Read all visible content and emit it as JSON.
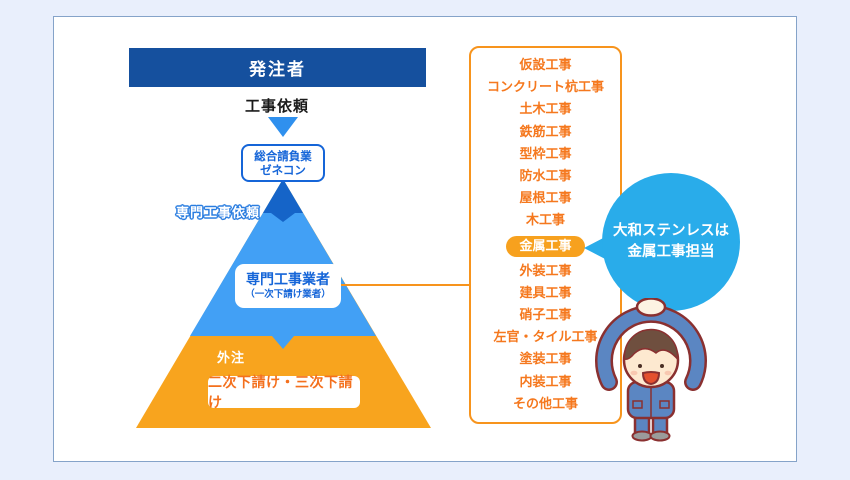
{
  "colors": {
    "page_bg": "#e9effc",
    "header_navy": "#15509e",
    "tier_top_blue": "#1564c8",
    "tier_mid_blue": "#42a0f5",
    "tier_bottom_orange": "#f8a41e",
    "list_border_orange": "#f7941d",
    "list_text_orange": "#f5781e",
    "bubble_blue": "#29acea",
    "box_text_blue": "#1565d8"
  },
  "pyramid": {
    "client_label": "発注者",
    "request_label": "工事依頼",
    "contractor_box": {
      "line1": "総合請負業",
      "line2": "ゼネコン"
    },
    "specialist_request_label": "専門工事依頼",
    "specialist_box": {
      "line1": "専門工事業者",
      "line2": "（一次下請け業者）"
    },
    "outsourcing_label": "外注",
    "subcontractor_box_label": "二次下請け・三次下請け"
  },
  "work_types": {
    "items": [
      "仮設工事",
      "コンクリート杭工事",
      "土木工事",
      "鉄筋工事",
      "型枠工事",
      "防水工事",
      "屋根工事",
      "木工事",
      "金属工事",
      "外装工事",
      "建具工事",
      "硝子工事",
      "左官・タイル工事",
      "塗装工事",
      "内装工事",
      "その他工事"
    ],
    "highlighted_item": "金属工事"
  },
  "speech_bubble": {
    "line1": "大和ステンレスは",
    "line2": "金属工事担当"
  }
}
